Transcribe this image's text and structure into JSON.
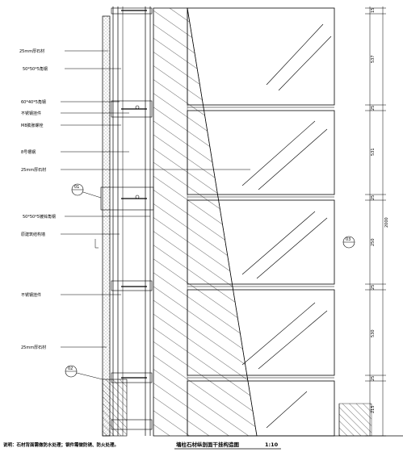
{
  "title": {
    "main": "墙柱石材纵剖面干挂构造图",
    "scale": "1:10"
  },
  "note": "说明：石材背面需做防水处理；钢件需做防锈、防火处理。",
  "labels": [
    {
      "text": "25mm厚石材"
    },
    {
      "text": "50*50*5角钢"
    },
    {
      "text": "60*40*5角钢"
    },
    {
      "text": "不锈钢挂件"
    },
    {
      "text": "M8膨胀螺栓"
    },
    {
      "text": "8号槽钢"
    },
    {
      "text": "25mm厚石材"
    },
    {
      "text": "50*50*5镀锌角钢"
    },
    {
      "text": "原建筑结构墙"
    },
    {
      "text": "不锈钢挂件"
    },
    {
      "text": "25mm厚石材"
    }
  ],
  "callouts": [
    "01",
    "02",
    "03"
  ],
  "dimensions": {
    "segments": [
      "15",
      "537",
      "25",
      "531",
      "25",
      "250",
      "25",
      "530",
      "25",
      "215"
    ],
    "total": "2000"
  },
  "colors": {
    "line": "#000000",
    "background": "#ffffff"
  }
}
